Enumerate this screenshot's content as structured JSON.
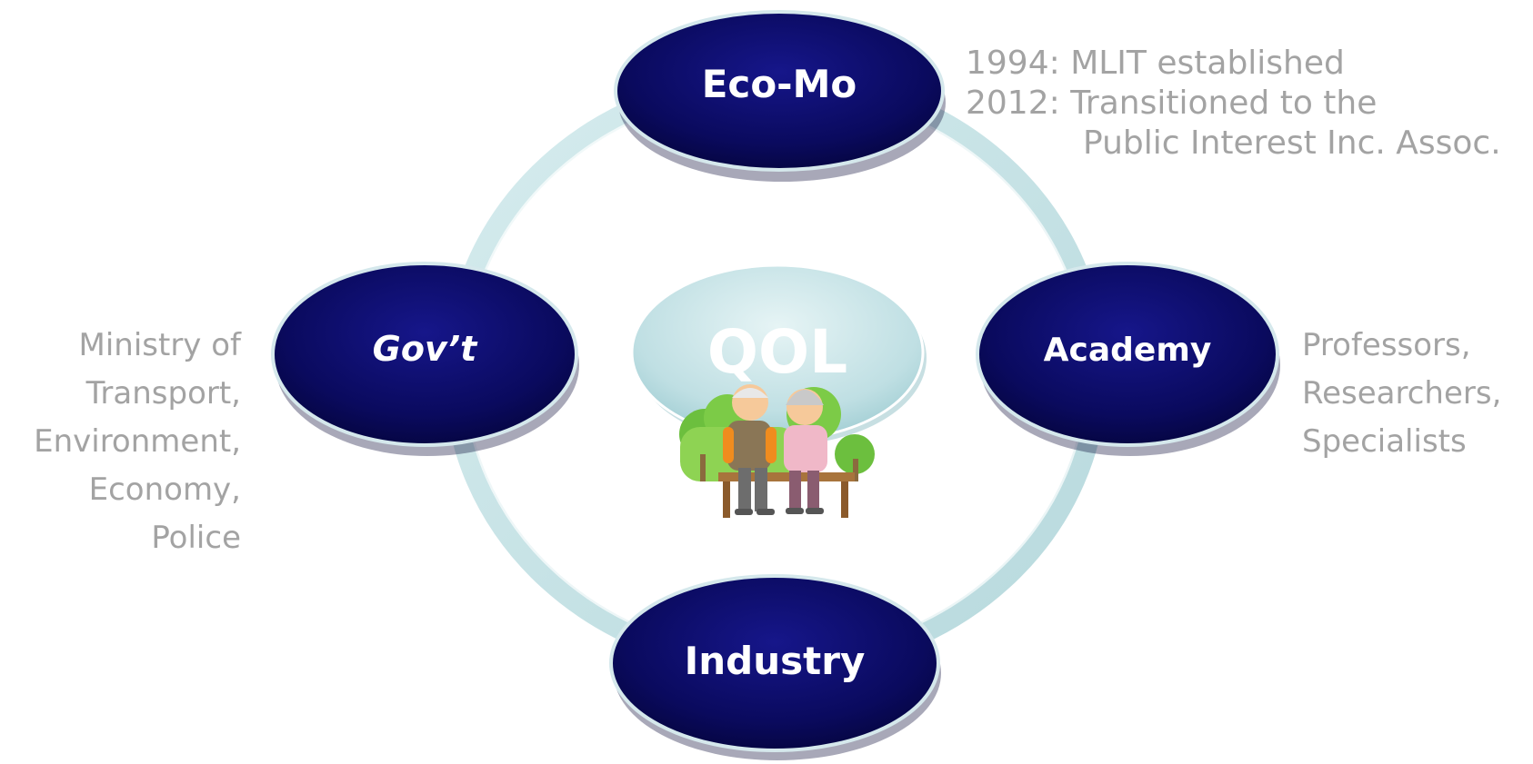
{
  "diagram": {
    "center": {
      "label": "QOL",
      "illustration": "elderly-couple-on-bench"
    },
    "nodes": {
      "eco_mo": "Eco-Mo",
      "govt": "Gov’t",
      "academy": "Academy",
      "industry": "Industry"
    },
    "notes": {
      "eco_mo": [
        "1994: MLIT established",
        "2012: Transitioned to the",
        "Public Interest Inc. Assoc."
      ],
      "govt": [
        "Ministry of ",
        "Transport,",
        "Environment,",
        "Economy,",
        "Police"
      ],
      "academy": [
        "Professors,",
        "Researchers,",
        "Specialists"
      ]
    },
    "colors": {
      "node_fill": "#0a0a5e",
      "ring": "#c7e3e6",
      "center_fill": "#bfdfe3",
      "note_text": "#a3a3a3"
    }
  }
}
